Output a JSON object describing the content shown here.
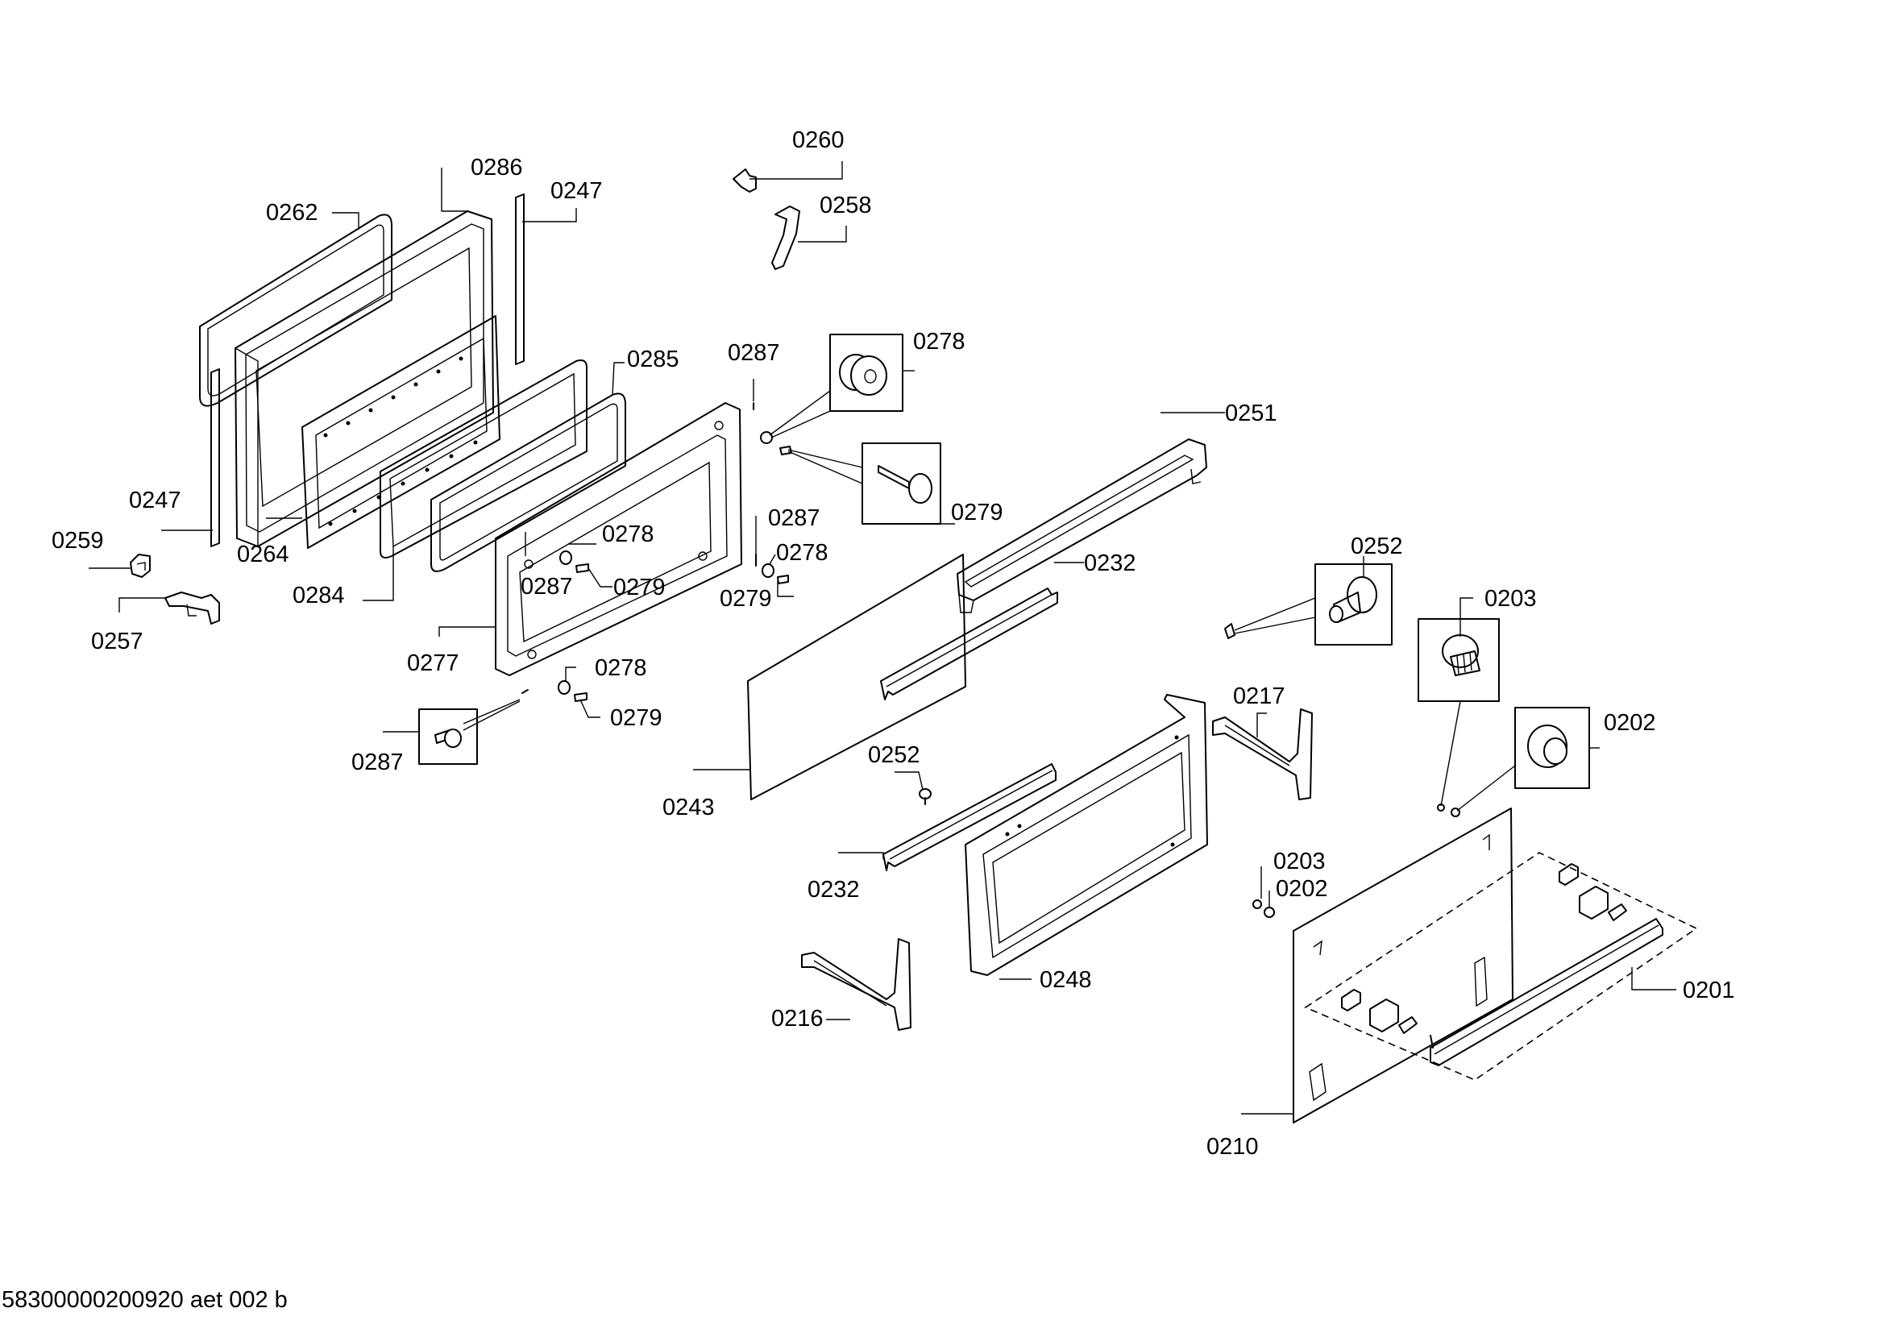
{
  "document": {
    "code": "58300000200920 aet 002 b"
  },
  "parts": [
    {
      "id": "p0286",
      "label": "0286"
    },
    {
      "id": "p0247a",
      "label": "0247"
    },
    {
      "id": "p0262",
      "label": "0262"
    },
    {
      "id": "p0260",
      "label": "0260"
    },
    {
      "id": "p0258",
      "label": "0258"
    },
    {
      "id": "p0278a",
      "label": "0278"
    },
    {
      "id": "p0285",
      "label": "0285"
    },
    {
      "id": "p0287a",
      "label": "0287"
    },
    {
      "id": "p0251",
      "label": "0251"
    },
    {
      "id": "p0247b",
      "label": "0247"
    },
    {
      "id": "p0279a",
      "label": "0279"
    },
    {
      "id": "p0259",
      "label": "0259"
    },
    {
      "id": "p0264",
      "label": "0264"
    },
    {
      "id": "p0278b",
      "label": "0278"
    },
    {
      "id": "p0287b",
      "label": "0287"
    },
    {
      "id": "p0278c",
      "label": "0278"
    },
    {
      "id": "p0252a",
      "label": "0252"
    },
    {
      "id": "p0232a",
      "label": "0232"
    },
    {
      "id": "p0287c",
      "label": "0287"
    },
    {
      "id": "p0279b",
      "label": "0279"
    },
    {
      "id": "p0284",
      "label": "0284"
    },
    {
      "id": "p0279c",
      "label": "0279"
    },
    {
      "id": "p0203a",
      "label": "0203"
    },
    {
      "id": "p0257",
      "label": "0257"
    },
    {
      "id": "p0277",
      "label": "0277"
    },
    {
      "id": "p0278d",
      "label": "0278"
    },
    {
      "id": "p0217",
      "label": "0217"
    },
    {
      "id": "p0279d",
      "label": "0279"
    },
    {
      "id": "p0202a",
      "label": "0202"
    },
    {
      "id": "p0287d",
      "label": "0287"
    },
    {
      "id": "p0252b",
      "label": "0252"
    },
    {
      "id": "p0243",
      "label": "0243"
    },
    {
      "id": "p0203b",
      "label": "0203"
    },
    {
      "id": "p0232b",
      "label": "0232"
    },
    {
      "id": "p0202b",
      "label": "0202"
    },
    {
      "id": "p0248",
      "label": "0248"
    },
    {
      "id": "p0201",
      "label": "0201"
    },
    {
      "id": "p0216",
      "label": "0216"
    },
    {
      "id": "p0210",
      "label": "0210"
    }
  ]
}
